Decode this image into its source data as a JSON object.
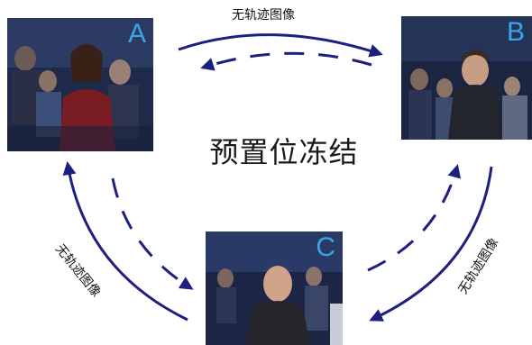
{
  "diagram": {
    "center_title": "预置位冻结",
    "edge_labels": {
      "top": "无轨迹图像",
      "left": "无轨迹图像",
      "right": "无轨迹图像"
    },
    "nodes": [
      {
        "id": "A",
        "label": "A",
        "image": "audience photo: woman in red jacket seated in front row"
      },
      {
        "id": "B",
        "label": "B",
        "image": "audience photo: man in dark jacket seated"
      },
      {
        "id": "C",
        "label": "C",
        "image": "audience photo: bald man in dark suit, seated audience behind"
      }
    ],
    "colors": {
      "arrow": "#1e2080",
      "node_letter": "#3aa6e6",
      "text": "#111111"
    }
  }
}
